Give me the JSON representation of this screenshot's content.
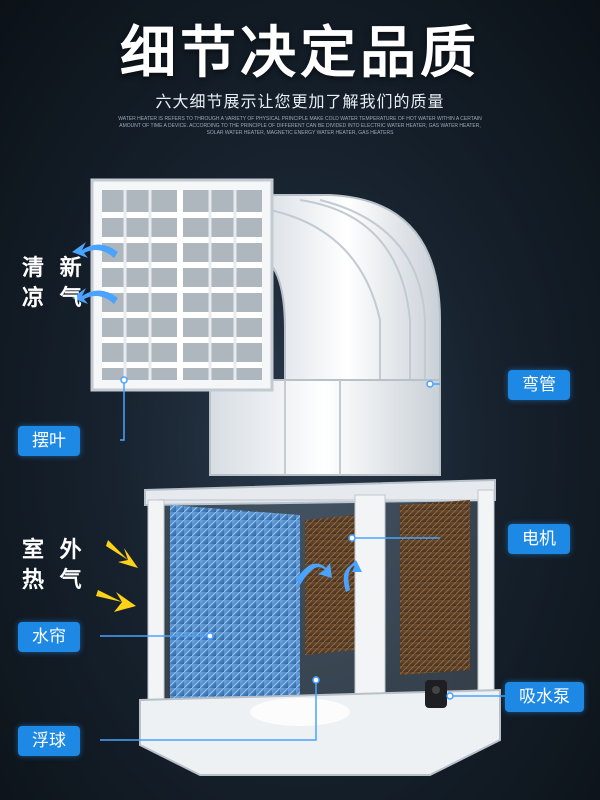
{
  "header": {
    "title": "细节决定品质",
    "subtitle": "六大细节展示让您更加了解我们的质量",
    "fineprint": "WATER HEATER IS REFERS TO THROUGH A VARIETY OF PHYSICAL PRINCIPLE MAKE COLD WATER TEMPERATURE OF HOT WATER WITHIN A CERTAIN AMOUNT OF TIME A DEVICE. ACCORDING TO THE PRINCIPLE OF DIFFERENT CAN BE DIVIDED INTO ELECTRIC WATER HEATER, GAS WATER HEATER, SOLAR WATER HEATER, MAGNETIC ENERGY WATER HEATER, GAS HEATERS"
  },
  "airflow": {
    "fresh_air_line1": "清 新",
    "fresh_air_line2": "凉 气",
    "outdoor_air_line1": "室 外",
    "outdoor_air_line2": "热 气"
  },
  "callouts": {
    "louver": "摆叶",
    "elbow_pipe": "弯管",
    "motor": "电机",
    "water_curtain": "水帘",
    "water_pump": "吸水泵",
    "float_ball": "浮球"
  },
  "colors": {
    "accent": "#1e88e5",
    "fresh_arrow": "#4aa3ff",
    "hot_arrow": "#ffd21a"
  }
}
